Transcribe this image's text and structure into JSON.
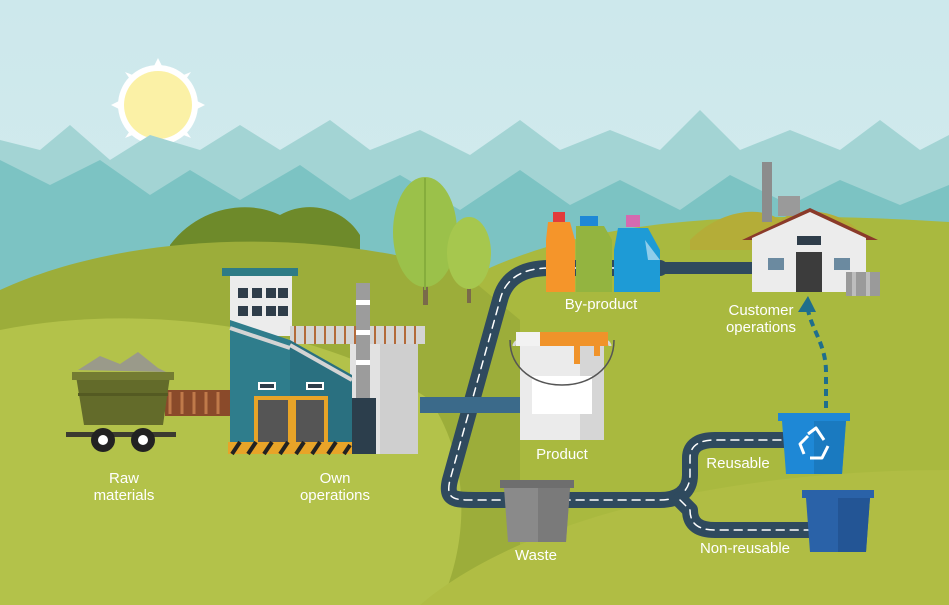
{
  "diagram": {
    "labels": {
      "raw_materials": "Raw\nmaterials",
      "own_operations": "Own\noperations",
      "by_product": "By-product",
      "customer_operations": "Customer\noperations",
      "product": "Product",
      "reusable": "Reusable",
      "waste": "Waste",
      "non_reusable": "Non-reusable"
    },
    "icons": [
      "sun-icon",
      "mine-cart-icon",
      "factory-icon",
      "tree-icon",
      "bottles-icon",
      "paint-bucket-icon",
      "customer-building-icon",
      "recycle-bin-icon",
      "waste-bin-icon",
      "blue-bin-icon"
    ],
    "colors": {
      "sky": "#c9e6ea",
      "mountains": "#7cc3c3",
      "hills": "#9cad3a",
      "road": "#2f4a5e",
      "road_marking": "#ffffff",
      "label_text": "#ffffff",
      "recycle_bin": "#1e88d6",
      "dashed_arrow": "#1f6e8c"
    }
  }
}
